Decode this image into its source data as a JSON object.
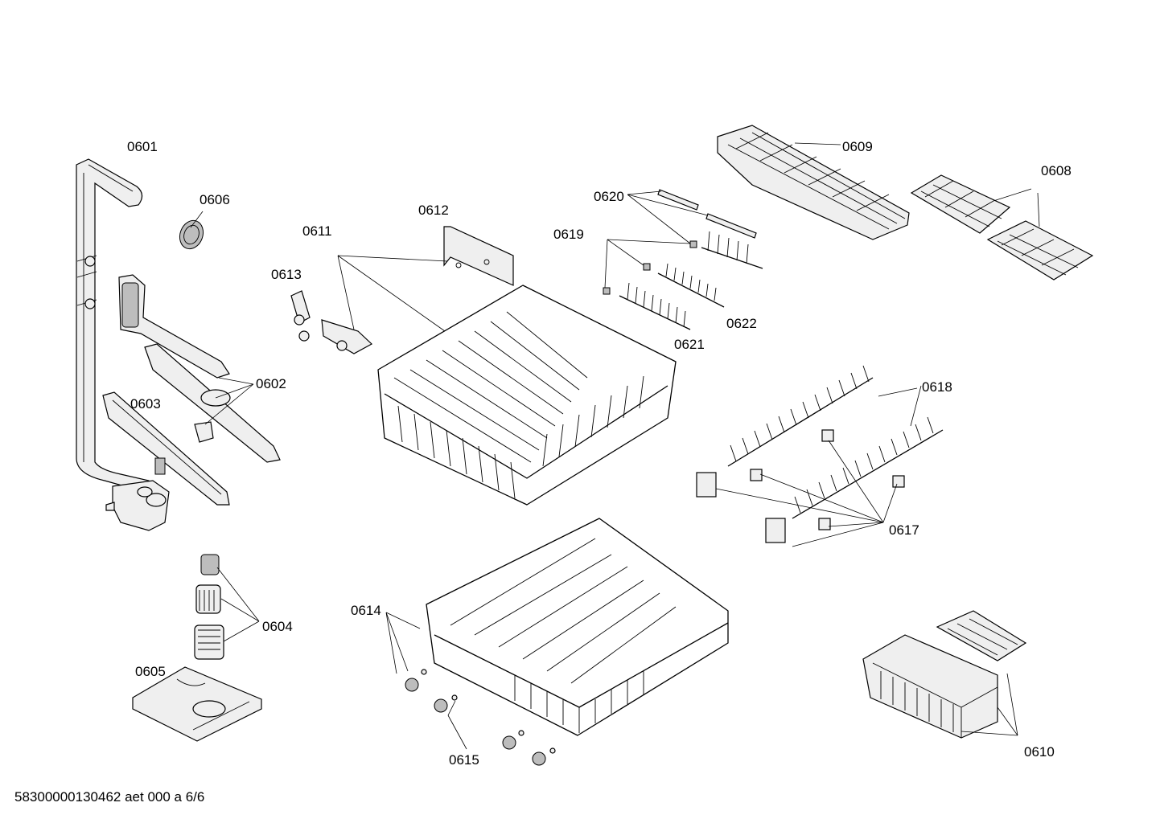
{
  "labels": {
    "p0601": "0601",
    "p0602": "0602",
    "p0603": "0603",
    "p0604": "0604",
    "p0605": "0605",
    "p0606": "0606",
    "p0608": "0608",
    "p0609": "0609",
    "p0610": "0610",
    "p0611": "0611",
    "p0612": "0612",
    "p0613": "0613",
    "p0614": "0614",
    "p0615": "0615",
    "p0617": "0617",
    "p0618": "0618",
    "p0619": "0619",
    "p0620": "0620",
    "p0621": "0621",
    "p0622": "0622"
  },
  "footer": "58300000130462 aet 000 a 6/6"
}
